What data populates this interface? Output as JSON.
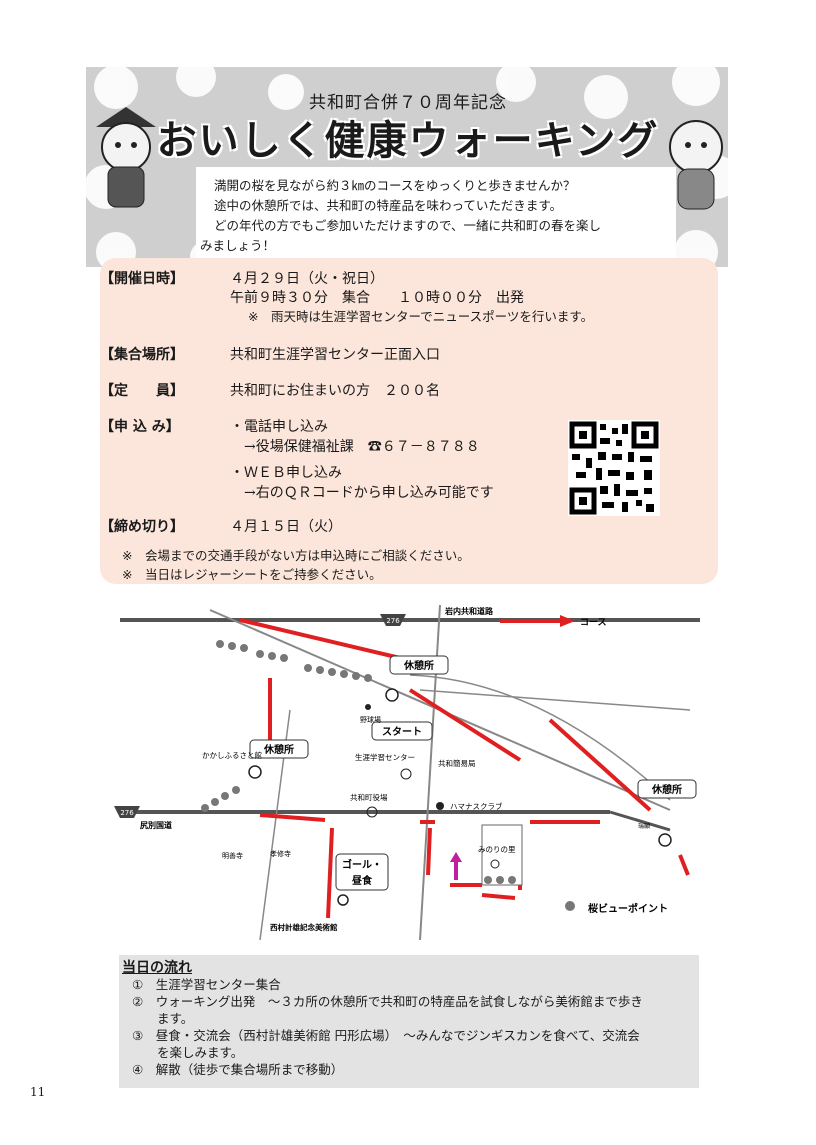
{
  "header": {
    "subtitle": "共和町合併７０周年記念",
    "title": "おいしく健康ウォーキング",
    "intro": [
      "満開の桜を見ながら約３㎞のコースをゆっくりと歩きませんか？",
      "途中の休憩所では、共和町の特産品を味わっていただきます。",
      "どの年代の方でもご参加いただけますので、一緒に共和町の春を楽し",
      "みましょう！"
    ]
  },
  "info": {
    "date_label": "【開催日時】",
    "date_line1": "４月２９日（火・祝日）",
    "date_line2": "午前９時３０分　集合　　１０時００分　出発",
    "date_note": "※　雨天時は生涯学習センターでニュースポーツを行います。",
    "place_label": "【集合場所】",
    "place_value": "共和町生涯学習センター正面入口",
    "capacity_label": "【定　　員】",
    "capacity_value": "共和町にお住まいの方　２００名",
    "apply_label": "【申 込 み】",
    "apply_phone": "・電話申し込み",
    "apply_phone_detail": "→役場保健福祉課　☎６７－８７８８",
    "apply_web": "・ＷＥＢ申し込み",
    "apply_web_detail": "→右のＱＲコードから申し込み可能です",
    "deadline_label": "【締め切り】",
    "deadline_value": "４月１５日（火）",
    "notes": [
      "※　会場までの交通手段がない方は申込時にご相談ください。",
      "※　当日はレジャーシートをご持参ください。"
    ]
  },
  "map": {
    "road_top": "岩内共和道路",
    "road_top_num": "276",
    "road_main": "尻別国道",
    "road_main_num": "276",
    "course": "コース",
    "rest1": "休憩所",
    "rest2": "休憩所",
    "rest3": "休憩所",
    "start": "スタート",
    "goal_line1": "ゴール・",
    "goal_line2": "昼食",
    "baseball": "野球場",
    "kakashi": "かかしふるさと館",
    "center": "生涯学習センター",
    "post": "共和簡易局",
    "townhall": "共和町役場",
    "hamanasu": "ハマナスクラブ",
    "minori": "みのりの里",
    "meizen": "明善寺",
    "koushu": "孝修寺",
    "museum": "西村計雄記念美術館",
    "legend": "桜ビューポイント",
    "small_label": "瑞願"
  },
  "flow": {
    "title": "当日の流れ",
    "items": [
      "①　生涯学習センター集合",
      "②　ウォーキング出発　～３カ所の休憩所で共和町の特産品を試食しながら美術館まで歩き",
      "　　ます。",
      "③　昼食・交流会（西村計雄美術館 円形広場）　～みんなでジンギスカンを食べて、交流会",
      "　　を楽しみます。",
      "④　解散（徒歩で集合場所まで移動）"
    ]
  },
  "page_number": "11"
}
